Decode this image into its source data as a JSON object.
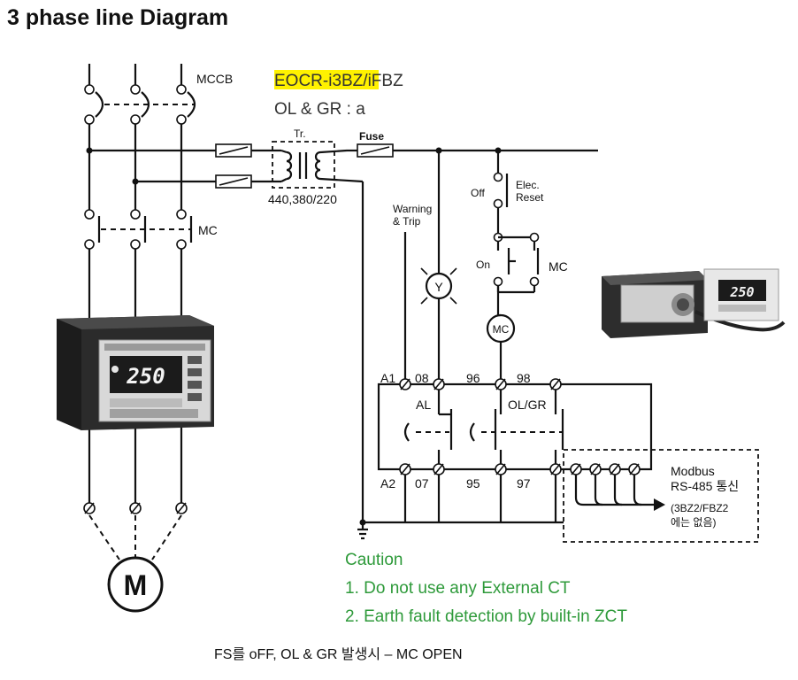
{
  "title": "3 phase line Diagram",
  "model": {
    "highlight": "EOCR-i3BZ",
    "suffix": "/iFBZ",
    "highlight_color": "#fff200"
  },
  "setting": "OL & GR : a",
  "labels": {
    "mccb": "MCCB",
    "mc_main": "MC",
    "tr": "Tr.",
    "tr_voltage": "440,380/220",
    "fuse": "Fuse",
    "warning_trip": [
      "Warning",
      "& Trip"
    ],
    "off": "Off",
    "elec_reset": [
      "Elec.",
      "Reset"
    ],
    "on": "On",
    "mc_aux": "MC",
    "lamp": "Y",
    "coil": "MC",
    "al": "AL",
    "ol_gr": "OL/GR",
    "motor": "M",
    "modbus": [
      "Modbus",
      "RS-485 통신"
    ],
    "modbus_note": [
      "(3BZ2/FBZ2",
      "에는 없음)"
    ]
  },
  "terminals": {
    "top": [
      "A1",
      "08",
      "96",
      "98"
    ],
    "bottom": [
      "A2",
      "07",
      "95",
      "97"
    ]
  },
  "caution": {
    "heading": "Caution",
    "items": [
      "1. Do not use any External CT",
      "2. Earth fault detection by built-in ZCT"
    ]
  },
  "footer": "FS를 oFF, OL & GR 발생시 – MC OPEN",
  "devices": {
    "main_display": "250",
    "photo_display": "250"
  },
  "colors": {
    "caution": "#2e9a3a",
    "wire": "#111111"
  }
}
